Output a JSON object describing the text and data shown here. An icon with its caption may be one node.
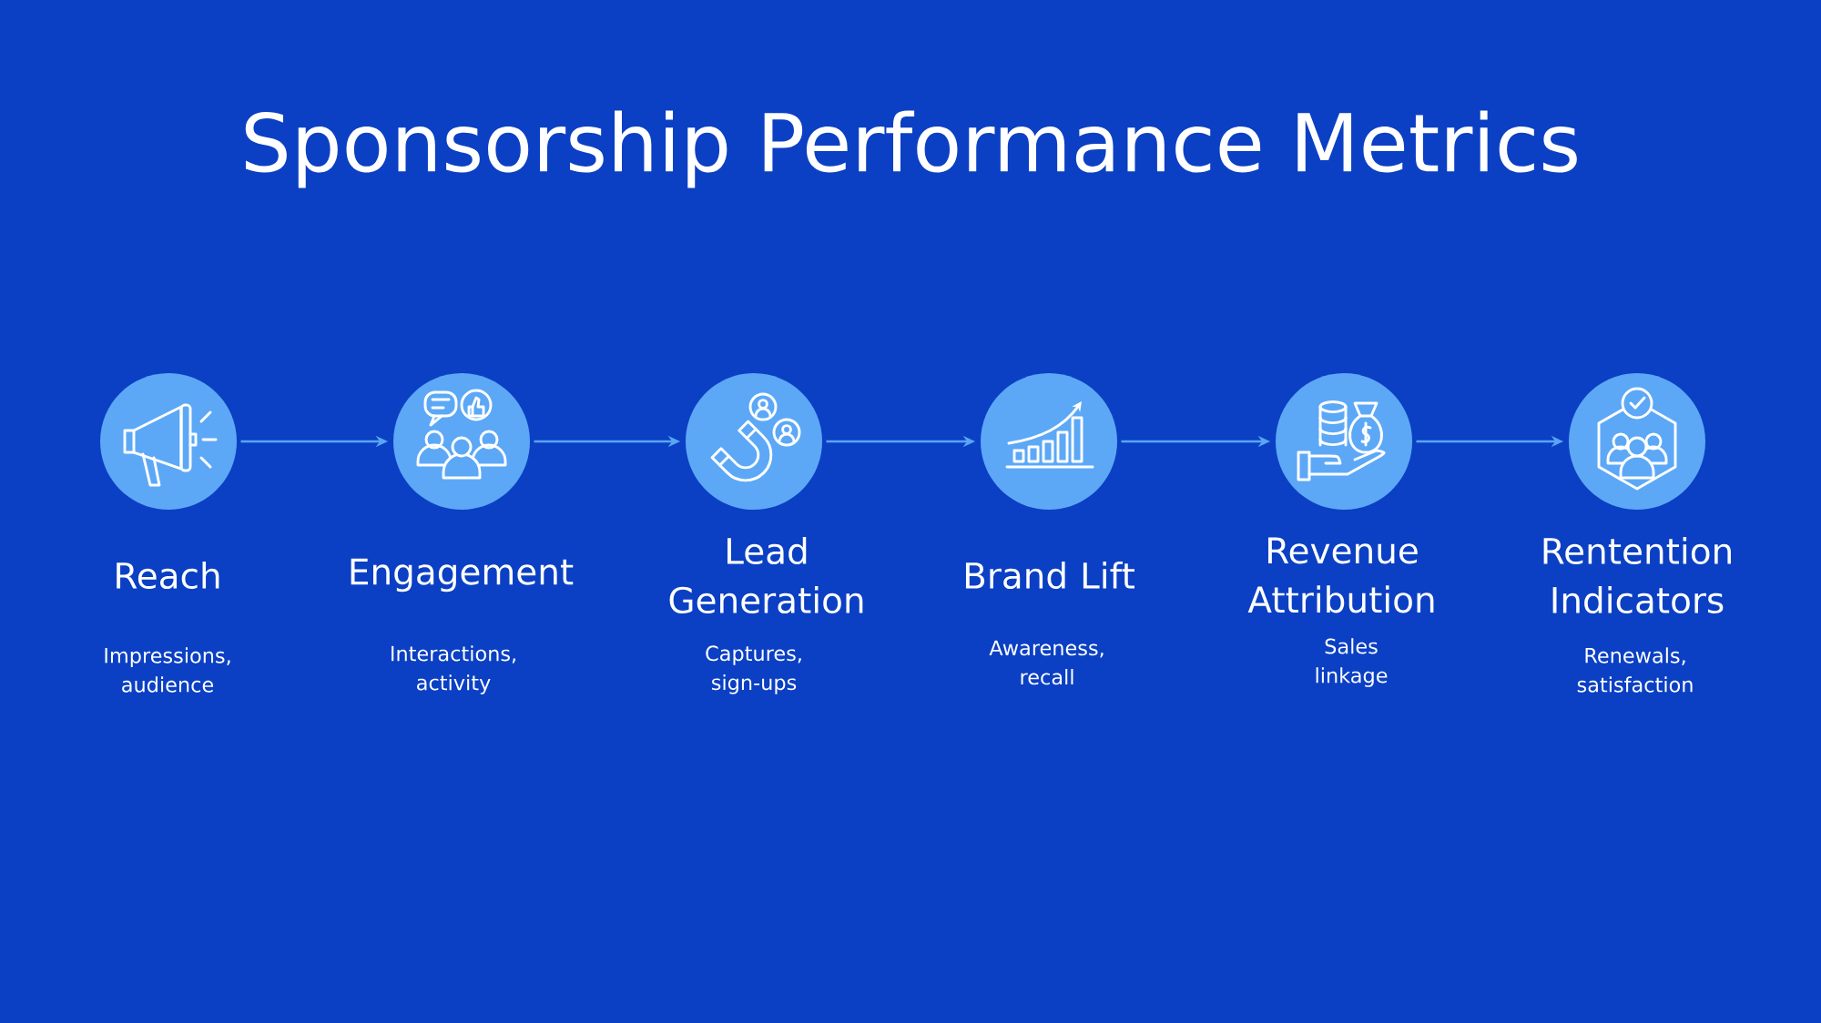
{
  "diagram": {
    "title": "Sponsorship Performance Metrics",
    "nodes": [
      {
        "text": [
          "Reach",
          "Impressions, audience"
        ]
      },
      {
        "text": [
          "Engagement",
          "Interactions, activity"
        ]
      },
      {
        "text": [
          "Lead Generation",
          "Captures, sign-ups"
        ]
      },
      {
        "text": [
          "Brand Lift",
          "Awareness, recall"
        ]
      },
      {
        "text": [
          "Revenue Attribution",
          "Sales linkage"
        ]
      },
      {
        "text": [
          "Rentention Indicators",
          "Renewals, satisfaction"
        ]
      }
    ],
    "edges": [
      {
        "from": 0,
        "to": 1,
        "arrow": "to"
      },
      {
        "from": 1,
        "to": 2,
        "arrow": "to"
      },
      {
        "from": 2,
        "to": 3,
        "arrow": "to"
      },
      {
        "from": 3,
        "to": 4,
        "arrow": "to"
      },
      {
        "from": 4,
        "to": 5,
        "arrow": "to"
      }
    ]
  }
}
